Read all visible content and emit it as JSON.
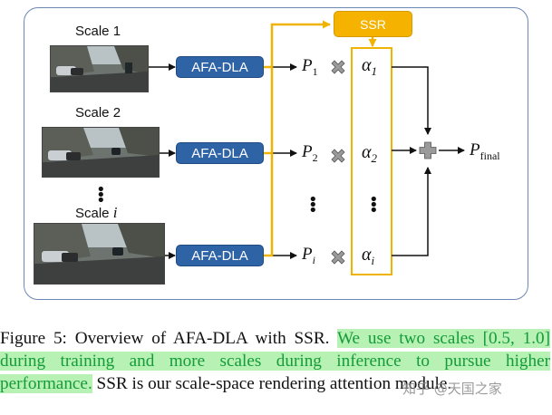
{
  "diagram": {
    "scales": [
      {
        "label": "Scale 1",
        "p_label": "P",
        "p_sub": "1",
        "alpha_label": "α",
        "alpha_sub": "1"
      },
      {
        "label": "Scale 2",
        "p_label": "P",
        "p_sub": "2",
        "alpha_label": "α",
        "alpha_sub": "2"
      },
      {
        "label": "Scale ",
        "label_italic": "i",
        "p_label": "P",
        "p_sub": "i",
        "alpha_label": "α",
        "alpha_sub": "i"
      }
    ],
    "module_label": "AFA-DLA",
    "ssr_label": "SSR",
    "multiply_icon": "multiply-icon",
    "plus_icon": "plus-icon",
    "output_label": "P",
    "output_sub": "final",
    "colors": {
      "panel_border": "#6d87b5",
      "afa_fill": "#2e63a6",
      "ssr_fill": "#f5b300",
      "yellow_wire": "#f0b400",
      "caption_highlight_bg": "#b7f2b4",
      "caption_highlight_text": "#159b3a"
    }
  },
  "caption": {
    "prefix": "Figure 5: Overview of AFA-DLA with SSR. ",
    "highlight": "We use two scales [0.5, 1.0] during training and more scales during inference to pursue higher performance.",
    "suffix": " SSR is our scale-space rendering attention module."
  },
  "watermark": "知乎 @天国之家"
}
